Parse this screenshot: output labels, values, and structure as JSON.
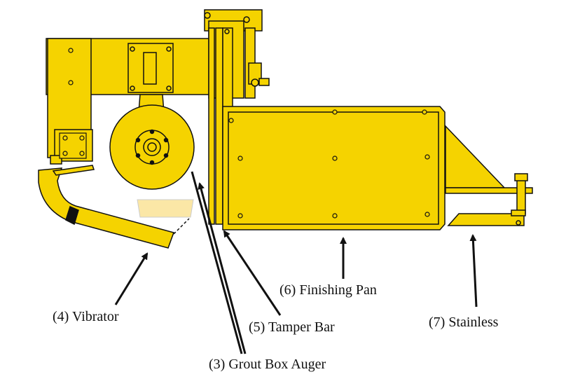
{
  "colors": {
    "machine_fill": "#F5D300",
    "machine_stroke": "#111111",
    "grout_fill": "#FBE7A6",
    "stainless_fill": "#E8C900",
    "arrow": "#111111",
    "background": "#FFFFFF"
  },
  "callouts": [
    {
      "id": "vibrator",
      "label": "(4) Vibrator"
    },
    {
      "id": "grout-box-auger",
      "label": "(3) Grout Box Auger"
    },
    {
      "id": "tamper-bar",
      "label": "(5) Tamper Bar"
    },
    {
      "id": "finishing-pan",
      "label": "(6) Finishing Pan"
    },
    {
      "id": "stainless",
      "label": "(7) Stainless"
    }
  ]
}
